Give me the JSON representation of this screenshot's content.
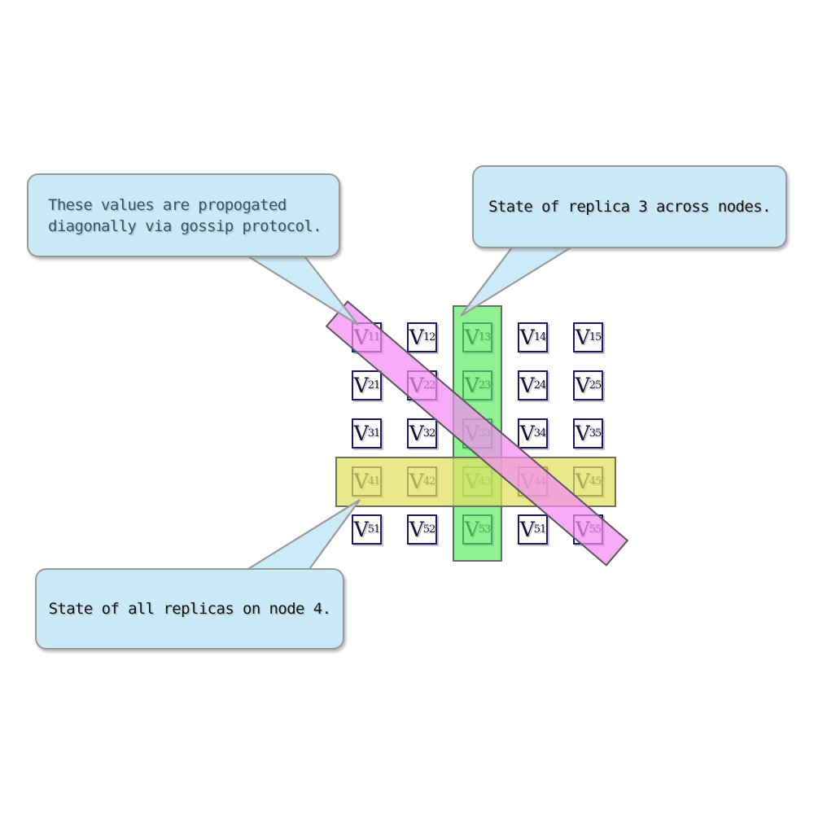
{
  "callouts": {
    "gossip": {
      "line1": "These values are propogated",
      "line2": "diagonally via gossip protocol."
    },
    "replica": {
      "text": "State of replica 3 across nodes."
    },
    "node": {
      "text": "State of all replicas on node 4."
    }
  },
  "grid": {
    "cells": [
      {
        "base": "V",
        "sub": "11"
      },
      {
        "base": "V",
        "sub": "12"
      },
      {
        "base": "V",
        "sub": "13"
      },
      {
        "base": "V",
        "sub": "14"
      },
      {
        "base": "V",
        "sub": "15"
      },
      {
        "base": "V",
        "sub": "21"
      },
      {
        "base": "V",
        "sub": "22"
      },
      {
        "base": "V",
        "sub": "23"
      },
      {
        "base": "V",
        "sub": "24"
      },
      {
        "base": "V",
        "sub": "25"
      },
      {
        "base": "V",
        "sub": "31"
      },
      {
        "base": "V",
        "sub": "32"
      },
      {
        "base": "V",
        "sub": "33"
      },
      {
        "base": "V",
        "sub": "34"
      },
      {
        "base": "V",
        "sub": "35"
      },
      {
        "base": "V",
        "sub": "41"
      },
      {
        "base": "V",
        "sub": "42"
      },
      {
        "base": "V",
        "sub": "43"
      },
      {
        "base": "V",
        "sub": "44"
      },
      {
        "base": "V",
        "sub": "45"
      },
      {
        "base": "V",
        "sub": "51"
      },
      {
        "base": "V",
        "sub": "52"
      },
      {
        "base": "V",
        "sub": "53"
      },
      {
        "base": "V",
        "sub": "51"
      },
      {
        "base": "V",
        "sub": "55"
      }
    ]
  },
  "highlights": {
    "diagonal": {
      "color": "#F48CF4",
      "cells": [
        "V11",
        "V22",
        "V33",
        "V44",
        "V55"
      ]
    },
    "column3": {
      "color": "#5AEB5F",
      "cells": [
        "V13",
        "V23",
        "V33",
        "V43",
        "V53"
      ]
    },
    "row4": {
      "color": "#E1E15F",
      "cells": [
        "V41",
        "V42",
        "V43",
        "V44",
        "V45"
      ]
    }
  },
  "colors": {
    "callout_fill": "#CAE9F7",
    "callout_border": "#999999",
    "gossip_text_color": "#2F5469",
    "callout_text_color": "#111111",
    "cell_border": "#191966",
    "band_border": "#5F5F5F"
  }
}
